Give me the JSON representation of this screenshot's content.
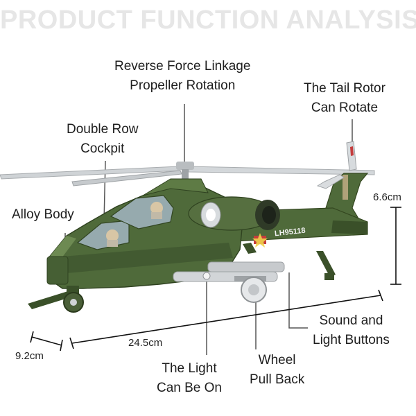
{
  "title": "PRODUCT FUNCTION ANALYSIS",
  "callouts": {
    "propeller": [
      "Reverse Force Linkage",
      "Propeller Rotation"
    ],
    "tail_rotor": [
      "The Tail Rotor",
      "Can Rotate"
    ],
    "cockpit": [
      "Double Row",
      "Cockpit"
    ],
    "body": [
      "Alloy Body"
    ],
    "sound": [
      "Sound and",
      "Light Buttons"
    ],
    "light": [
      "The Light",
      "Can Be On"
    ],
    "wheel": [
      "Wheel",
      "Pull Back"
    ]
  },
  "dimensions": {
    "height": "6.6cm",
    "length": "24.5cm",
    "width": "9.2cm"
  },
  "product_marking": "LH95118",
  "colors": {
    "body_green": "#4f6a3a",
    "dark_green": "#3a5029",
    "highlight_green": "#6d8a52",
    "rotor_grey": "#c9cdd0",
    "canopy_glass": "#9eb2bb"
  }
}
